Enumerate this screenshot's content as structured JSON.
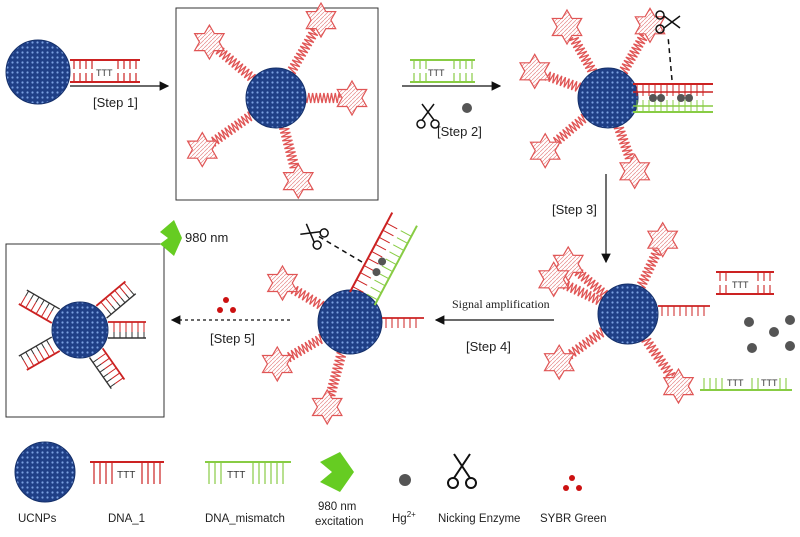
{
  "steps": {
    "step1": "[Step 1]",
    "step2": "[Step 2]",
    "step3": "[Step 3]",
    "step4": "[Step 4]",
    "step5": "[Step 5]",
    "signal_amplification": "Signal amplification",
    "excitation_note": "980 nm"
  },
  "strand_text": {
    "dna1": "TTT",
    "mismatch_left": "TTT",
    "mismatch_right": "TTT"
  },
  "legend": {
    "ucnps": "UCNPs",
    "dna1": "DNA_1",
    "dna_mismatch": "DNA_mismatch",
    "excitation_line1": "980  nm",
    "excitation_line2": "excitation",
    "hg_base": "Hg",
    "hg_sup": "2+",
    "nicking": "Nicking Enzyme",
    "sybr": "SYBR Green"
  },
  "colors": {
    "ucnp_fill": "#1f3f86",
    "ucnp_dot": "#7aa0e0",
    "dna1": "#cc2222",
    "mismatch": "#88cc44",
    "excitation": "#66cc22",
    "hg": "#555555",
    "sybr": "#cc1111"
  }
}
